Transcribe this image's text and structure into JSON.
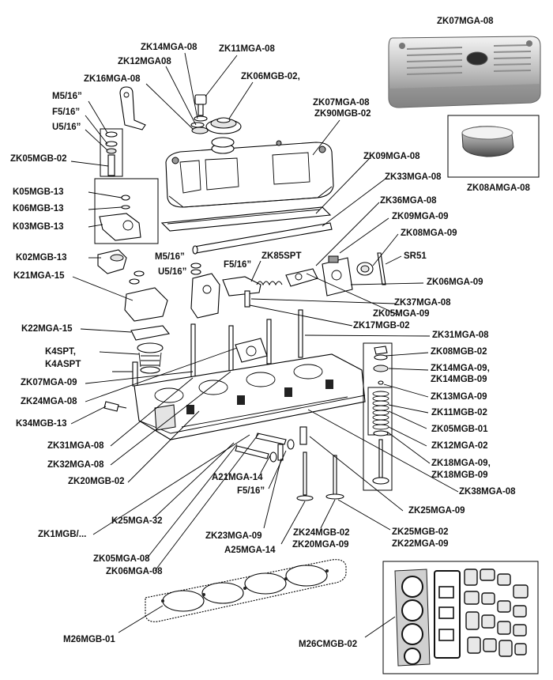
{
  "labels": {
    "zk07mga08_top": "ZK07MGA-08",
    "zk14mga08": "ZK14MGA-08",
    "zk11mga08": "ZK11MGA-08",
    "zk12mga08": "ZK12MGA08",
    "zk16mga08": "ZK16MGA-08",
    "zk06mgb02": "ZK06MGB-02,",
    "m5_16_top": "M5/16”",
    "f5_16_top": "F5/16”",
    "u5_16_top": "U5/16”",
    "zk07mga08_mid": "ZK07MGA-08",
    "zk90mgb02": "ZK90MGB-02",
    "zk05mgb02": "ZK05MGB-02",
    "zk08amga08": "ZK08AMGA-08",
    "zk09mga08": "ZK09MGA-08",
    "k05mgb13": "K05MGB-13",
    "zk33mga08": "ZK33MGA-08",
    "k06mgb13": "K06MGB-13",
    "zk36mga08": "ZK36MGA-08",
    "k03mgb13": "K03MGB-13",
    "zk09mga09": "ZK09MGA-09",
    "zk08mga09": "ZK08MGA-09",
    "k02mgb13": "K02MGB-13",
    "m5_16_mid": "M5/16”",
    "zk85spt": "ZK85SPT",
    "sr51": "SR51",
    "f5_16_mid": "F5/16”",
    "k21mga15": "K21MGA-15",
    "u5_16_mid": "U5/16”",
    "zk06mga09": "ZK06MGA-09",
    "zk37mga08": "ZK37MGA-08",
    "zk05mga09": "ZK05MGA-09",
    "zk17mgb02": "ZK17MGB-02",
    "k22mga15": "K22MGA-15",
    "zk31mga08_r": "ZK31MGA-08",
    "k4spt": "K4SPT,",
    "k4aspt": "K4ASPT",
    "zk08mgb02": "ZK08MGB-02",
    "zk14mga09": "ZK14MGA-09,",
    "zk14mgb09": "ZK14MGB-09",
    "zk07mga09": "ZK07MGA-09",
    "zk13mga09": "ZK13MGA-09",
    "zk24mga08": "ZK24MGA-08",
    "zk11mgb02": "ZK11MGB-02",
    "k34mgb13": "K34MGB-13",
    "zk05mgb01": "ZK05MGB-01",
    "zk31mga08_l": "ZK31MGA-08",
    "zk12mga02": "ZK12MGA-02",
    "zk32mga08": "ZK32MGA-08",
    "zk18mga09": "ZK18MGA-09,",
    "zk18mgb09": "ZK18MGB-09",
    "zk20mgb02": "ZK20MGB-02",
    "a21mga14": "A21MGA-14",
    "zk38mga08": "ZK38MGA-08",
    "f5_16_low": "F5/16”",
    "zk25mga09": "ZK25MGA-09",
    "zk1mgb": "ZK1MGB/...",
    "k25mga32": "K25MGA-32",
    "zk23mga09": "ZK23MGA-09",
    "zk24mgb02": "ZK24MGB-02",
    "zk25mgb02": "ZK25MGB-02",
    "a25mga14": "A25MGA-14",
    "zk20mga09": "ZK20MGA-09",
    "zk22mga09": "ZK22MGA-09",
    "zk05mga08": "ZK05MGA-08",
    "zk06mga08": "ZK06MGA-08",
    "m26mgb01": "M26MGB-01",
    "m26cmgb02": "M26CMGB-02"
  }
}
